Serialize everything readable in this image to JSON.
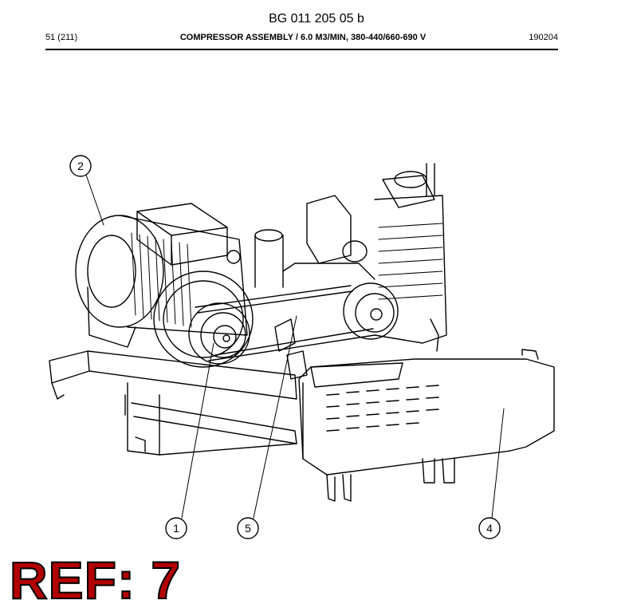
{
  "header": {
    "doc_number": "BG 011 205 05 b",
    "page": "51 (211)",
    "title": "COMPRESSOR ASSEMBLY / 6.0 M3/MIN, 380-440/660-690 V",
    "date": "190204"
  },
  "callouts": [
    "1",
    "2",
    "4",
    "5"
  ],
  "ref_label": "REF: 7",
  "colors": {
    "ref_fill": "#b20000",
    "line": "#000000"
  }
}
